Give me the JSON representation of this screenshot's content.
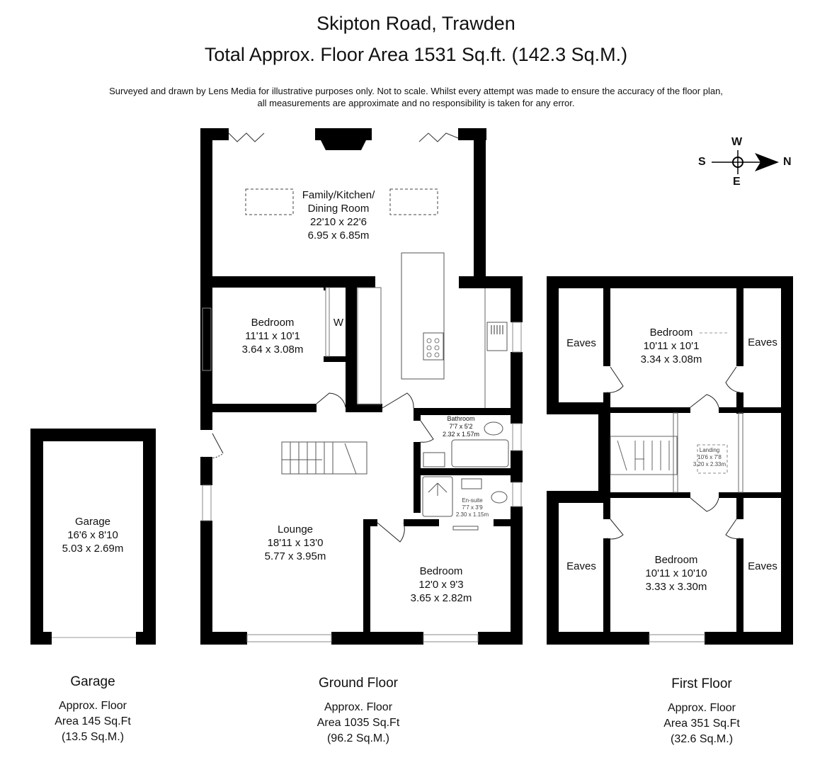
{
  "header": {
    "address": "Skipton Road, Trawden",
    "total_area": "Total Approx. Floor Area 1531 Sq.ft. (142.3 Sq.M.)",
    "disclaimer_line1": "Surveyed and drawn by Lens Media for illustrative purposes only. Not to scale. Whilst every attempt was made to ensure the accuracy of the floor plan,",
    "disclaimer_line2": "all measurements are approximate and no responsibility is taken for any error."
  },
  "compass": {
    "north": "N",
    "south": "S",
    "east": "E",
    "west": "W"
  },
  "garage": {
    "room": {
      "name": "Garage",
      "imperial": "16'6 x 8'10",
      "metric": "5.03 x 2.69m"
    },
    "caption": {
      "name": "Garage",
      "line1": "Approx. Floor",
      "line2": "Area 145 Sq.Ft",
      "line3": "(13.5 Sq.M.)"
    }
  },
  "ground_floor": {
    "rooms": {
      "kitchen": {
        "name1": "Family/Kitchen/",
        "name2": "Dining Room",
        "imperial": "22'10 x 22'6",
        "metric": "6.95 x 6.85m"
      },
      "bedroom": {
        "name": "Bedroom",
        "imperial": "11'11 x 10'1",
        "metric": "3.64 x 3.08m"
      },
      "wardrobe": {
        "name": "W"
      },
      "bathroom": {
        "name": "Bathroom",
        "imperial": "7'7 x 5'2",
        "metric": "2.32 x 1.57m"
      },
      "ensuite": {
        "name": "En-suite",
        "imperial": "7'7 x 3'9",
        "metric": "2.30 x 1.15m"
      },
      "lounge": {
        "name": "Lounge",
        "imperial": "18'11 x 13'0",
        "metric": "5.77 x 3.95m"
      },
      "bedroom2": {
        "name": "Bedroom",
        "imperial": "12'0 x 9'3",
        "metric": "3.65 x 2.82m"
      }
    },
    "caption": {
      "name": "Ground Floor",
      "line1": "Approx. Floor",
      "line2": "Area 1035 Sq.Ft",
      "line3": "(96.2 Sq.M.)"
    }
  },
  "first_floor": {
    "rooms": {
      "eaves_tl": {
        "name": "Eaves"
      },
      "eaves_tr": {
        "name": "Eaves"
      },
      "eaves_bl": {
        "name": "Eaves"
      },
      "eaves_br": {
        "name": "Eaves"
      },
      "bedroom_top": {
        "name": "Bedroom",
        "imperial": "10'11 x 10'1",
        "metric": "3.34 x 3.08m"
      },
      "landing": {
        "name": "Landing",
        "imperial": "10'6 x 7'8",
        "metric": "3.20 x 2.33m"
      },
      "bedroom_bottom": {
        "name": "Bedroom",
        "imperial": "10'11 x 10'10",
        "metric": "3.33 x 3.30m"
      }
    },
    "caption": {
      "name": "First Floor",
      "line1": "Approx. Floor",
      "line2": "Area 351 Sq.Ft",
      "line3": "(32.6 Sq.M.)"
    }
  }
}
